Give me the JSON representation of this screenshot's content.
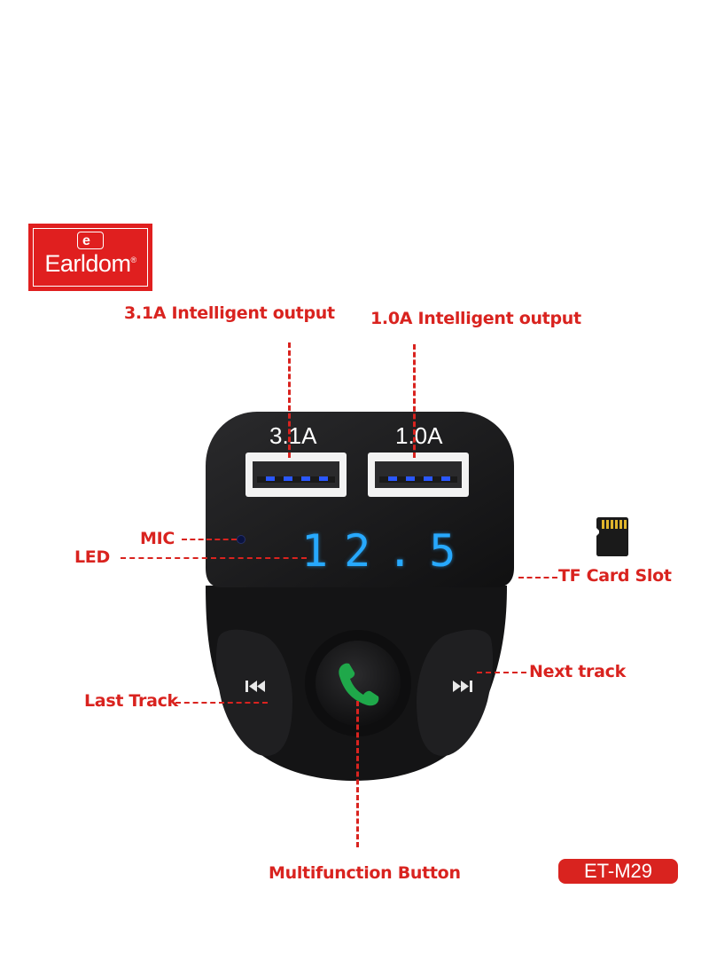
{
  "brand": {
    "name": "Earldom",
    "registered_mark": "®"
  },
  "product": {
    "model": "ET-M29"
  },
  "device": {
    "port_left_label": "3.1A",
    "port_right_label": "1.0A",
    "display_value": "12.5"
  },
  "callouts": {
    "port_left": "3.1A Intelligent output",
    "port_right": "1.0A Intelligent output",
    "mic": "MIC",
    "led": "LED",
    "tf_card": "TF Card Slot",
    "next_track": "Next track",
    "last_track": "Last Track",
    "multifunction": "Multifunction Button"
  },
  "colors": {
    "accent": "#d9231f",
    "device_body": "#1b1b1c",
    "display": "#27a9ff",
    "call_icon": "#1fa84a"
  },
  "icons": [
    "previous-track-icon",
    "next-track-icon",
    "phone-call-icon",
    "tf-card-icon"
  ]
}
